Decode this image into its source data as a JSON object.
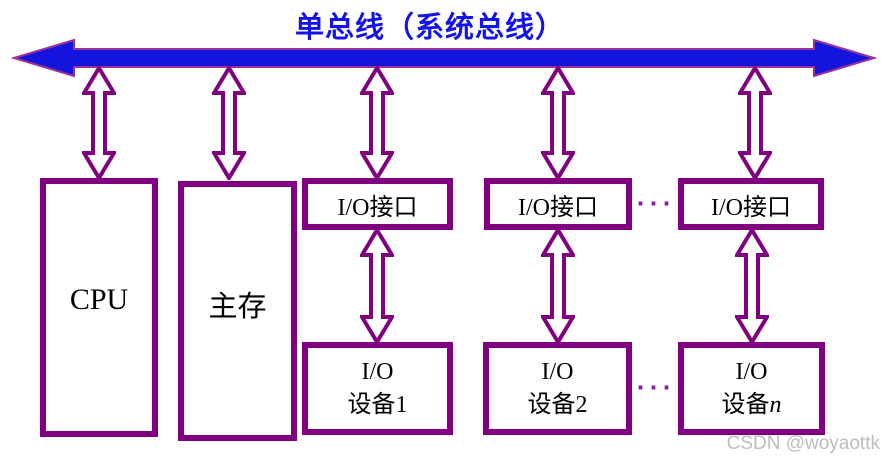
{
  "title": "单总线（系统总线）",
  "nodes": {
    "cpu": "CPU",
    "memory": "主存",
    "interfaces": [
      "I/O接口",
      "I/O接口",
      "I/O接口"
    ],
    "devices": [
      {
        "line1": "I/O",
        "line2_prefix": "设备",
        "line2_suffix": "1"
      },
      {
        "line1": "I/O",
        "line2_prefix": "设备",
        "line2_suffix": "2"
      },
      {
        "line1": "I/O",
        "line2_prefix": "设备",
        "line2_suffix": "n"
      }
    ]
  },
  "ellipsis_top": "···",
  "ellipsis_bottom": "···",
  "watermark": "CSDN @woyaottk",
  "colors": {
    "bus_fill": "#1414dd",
    "bus_outline": "#9a3398",
    "box_border": "#800080",
    "arrow_outline": "#800080",
    "arrow_fill": "#ffffff",
    "title_text": "#1414e8",
    "body_text": "#000000",
    "ellipsis": "#7d1f9e",
    "watermark": "#bdbdbd"
  }
}
